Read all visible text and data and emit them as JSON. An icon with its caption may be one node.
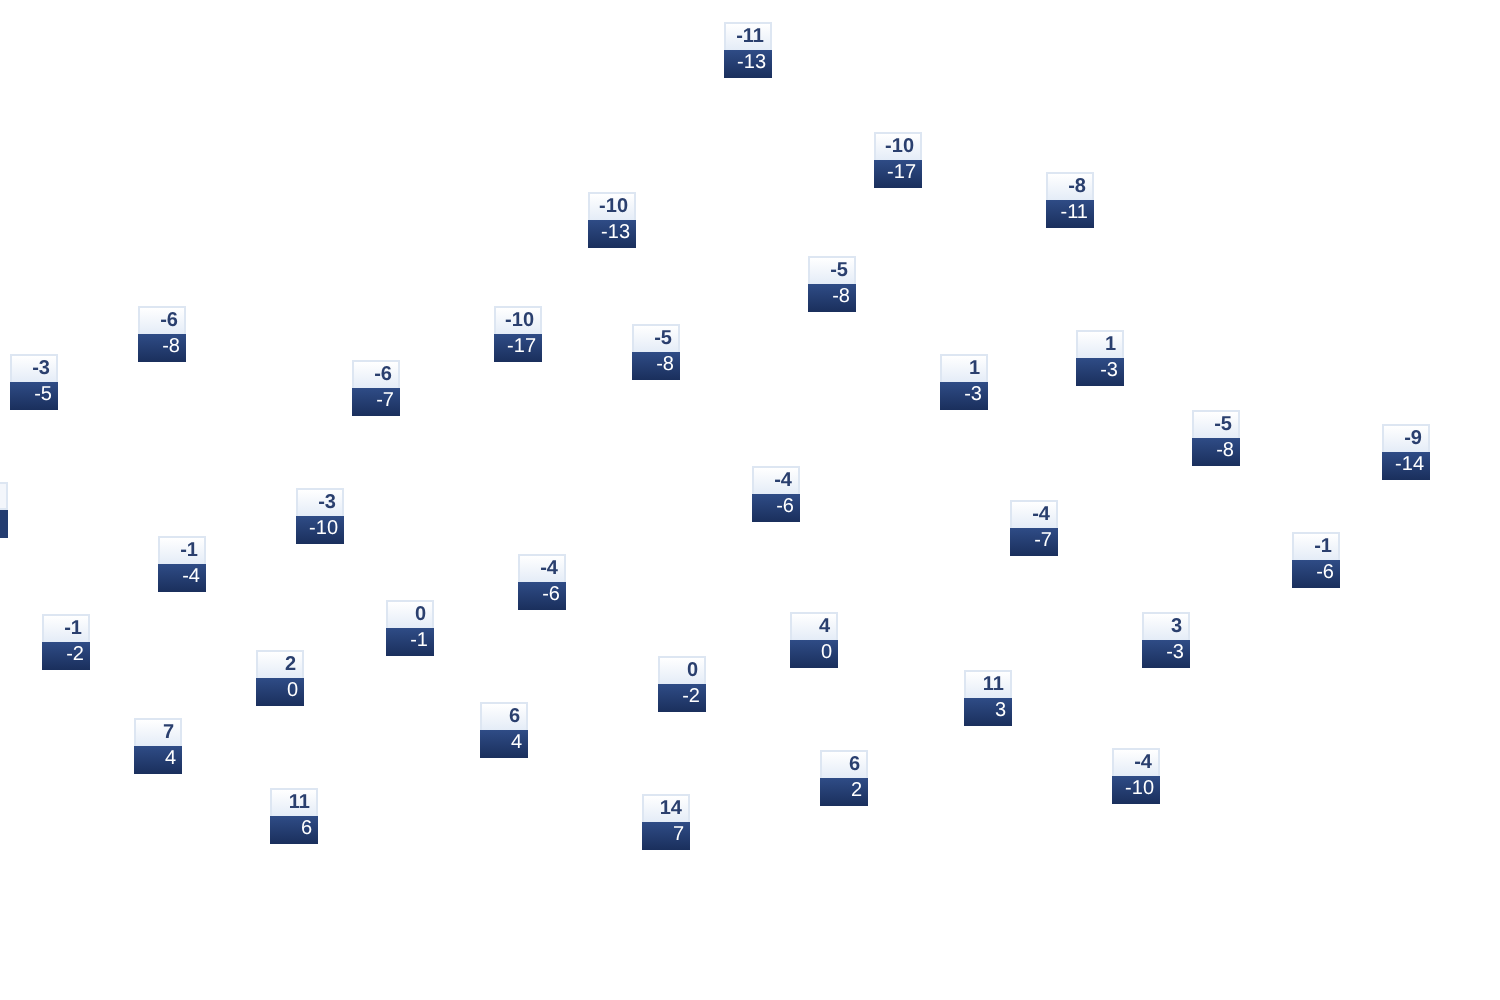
{
  "diagram": {
    "nodes": [
      {
        "text": [
          "-11",
          "-13"
        ]
      },
      {
        "text": [
          "-10",
          "-17"
        ]
      },
      {
        "text": [
          "-8",
          "-11"
        ]
      },
      {
        "text": [
          "-10",
          "-13"
        ]
      },
      {
        "text": [
          "-5",
          "-8"
        ]
      },
      {
        "text": [
          "-6",
          "-8"
        ]
      },
      {
        "text": [
          "-10",
          "-17"
        ]
      },
      {
        "text": [
          "-5",
          "-8"
        ]
      },
      {
        "text": [
          "1",
          "-3"
        ]
      },
      {
        "text": [
          "-3",
          "-5"
        ]
      },
      {
        "text": [
          "1",
          "-3"
        ]
      },
      {
        "text": [
          "-6",
          "-7"
        ]
      },
      {
        "text": [
          "-5",
          "-8"
        ]
      },
      {
        "text": [
          "-9",
          "-14"
        ]
      },
      {
        "text": [
          "-4",
          "-6"
        ]
      },
      {
        "text": [],
        "shape": "box"
      },
      {
        "text": [
          "-3",
          "-10"
        ]
      },
      {
        "text": [
          "-4",
          "-7"
        ]
      },
      {
        "text": [
          "-1",
          "-4"
        ]
      },
      {
        "text": [
          "-1",
          "-6"
        ]
      },
      {
        "text": [
          "-4",
          "-6"
        ]
      },
      {
        "text": [
          "0",
          "-1"
        ]
      },
      {
        "text": [
          "4",
          "0"
        ]
      },
      {
        "text": [
          "3",
          "-3"
        ]
      },
      {
        "text": [
          "-1",
          "-2"
        ]
      },
      {
        "text": [
          "2",
          "0"
        ]
      },
      {
        "text": [
          "0",
          "-2"
        ]
      },
      {
        "text": [
          "11",
          "3"
        ]
      },
      {
        "text": [
          "6",
          "4"
        ]
      },
      {
        "text": [
          "7",
          "4"
        ]
      },
      {
        "text": [
          "6",
          "2"
        ]
      },
      {
        "text": [
          "-4",
          "-10"
        ]
      },
      {
        "text": [
          "11",
          "6"
        ]
      },
      {
        "text": [
          "14",
          "7"
        ]
      }
    ]
  }
}
